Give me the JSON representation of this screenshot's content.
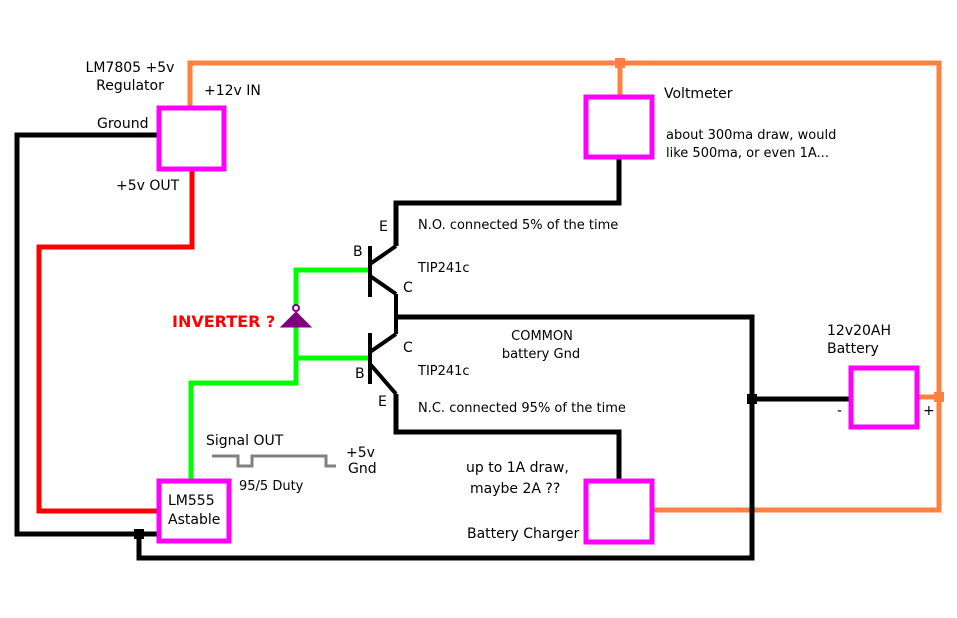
{
  "colors": {
    "box": "#ff00ff",
    "orange_wire": "#ff8040",
    "black_wire": "#000000",
    "red_wire": "#ff0000",
    "green_wire": "#00ff00",
    "gray_signal": "#808080",
    "inverter": "#800080"
  },
  "components": {
    "regulator": {
      "title_line1": "LM7805 +5v",
      "title_line2": "Regulator",
      "in_label": "+12v IN",
      "ground_label": "Ground",
      "out_label": "+5v OUT"
    },
    "voltmeter": {
      "title": "Voltmeter",
      "note_line1": "about 300ma draw, would",
      "note_line2": "like 500ma, or even 1A..."
    },
    "battery": {
      "title_line1": "12v20AH",
      "title_line2": "Battery",
      "minus": "-",
      "plus": "+"
    },
    "timer": {
      "line1": "LM555",
      "line2": "Astable"
    },
    "charger": {
      "title": "Battery Charger",
      "note_line1": "up to 1A draw,",
      "note_line2": "maybe 2A ??"
    },
    "inverter": {
      "label": "INVERTER ?"
    },
    "transistor_top": {
      "model": "TIP241c",
      "pin_e": "E",
      "pin_b": "B",
      "pin_c": "C",
      "note": "N.O. connected 5% of the time"
    },
    "transistor_bottom": {
      "model": "TIP241c",
      "pin_e": "E",
      "pin_b": "B",
      "pin_c": "C",
      "note": "N.C. connected 95% of the time"
    },
    "common": {
      "line1": "COMMON",
      "line2": "battery Gnd"
    },
    "signal": {
      "title": "Signal OUT",
      "duty": "95/5 Duty",
      "level_high": "+5v",
      "level_low": "Gnd"
    }
  }
}
